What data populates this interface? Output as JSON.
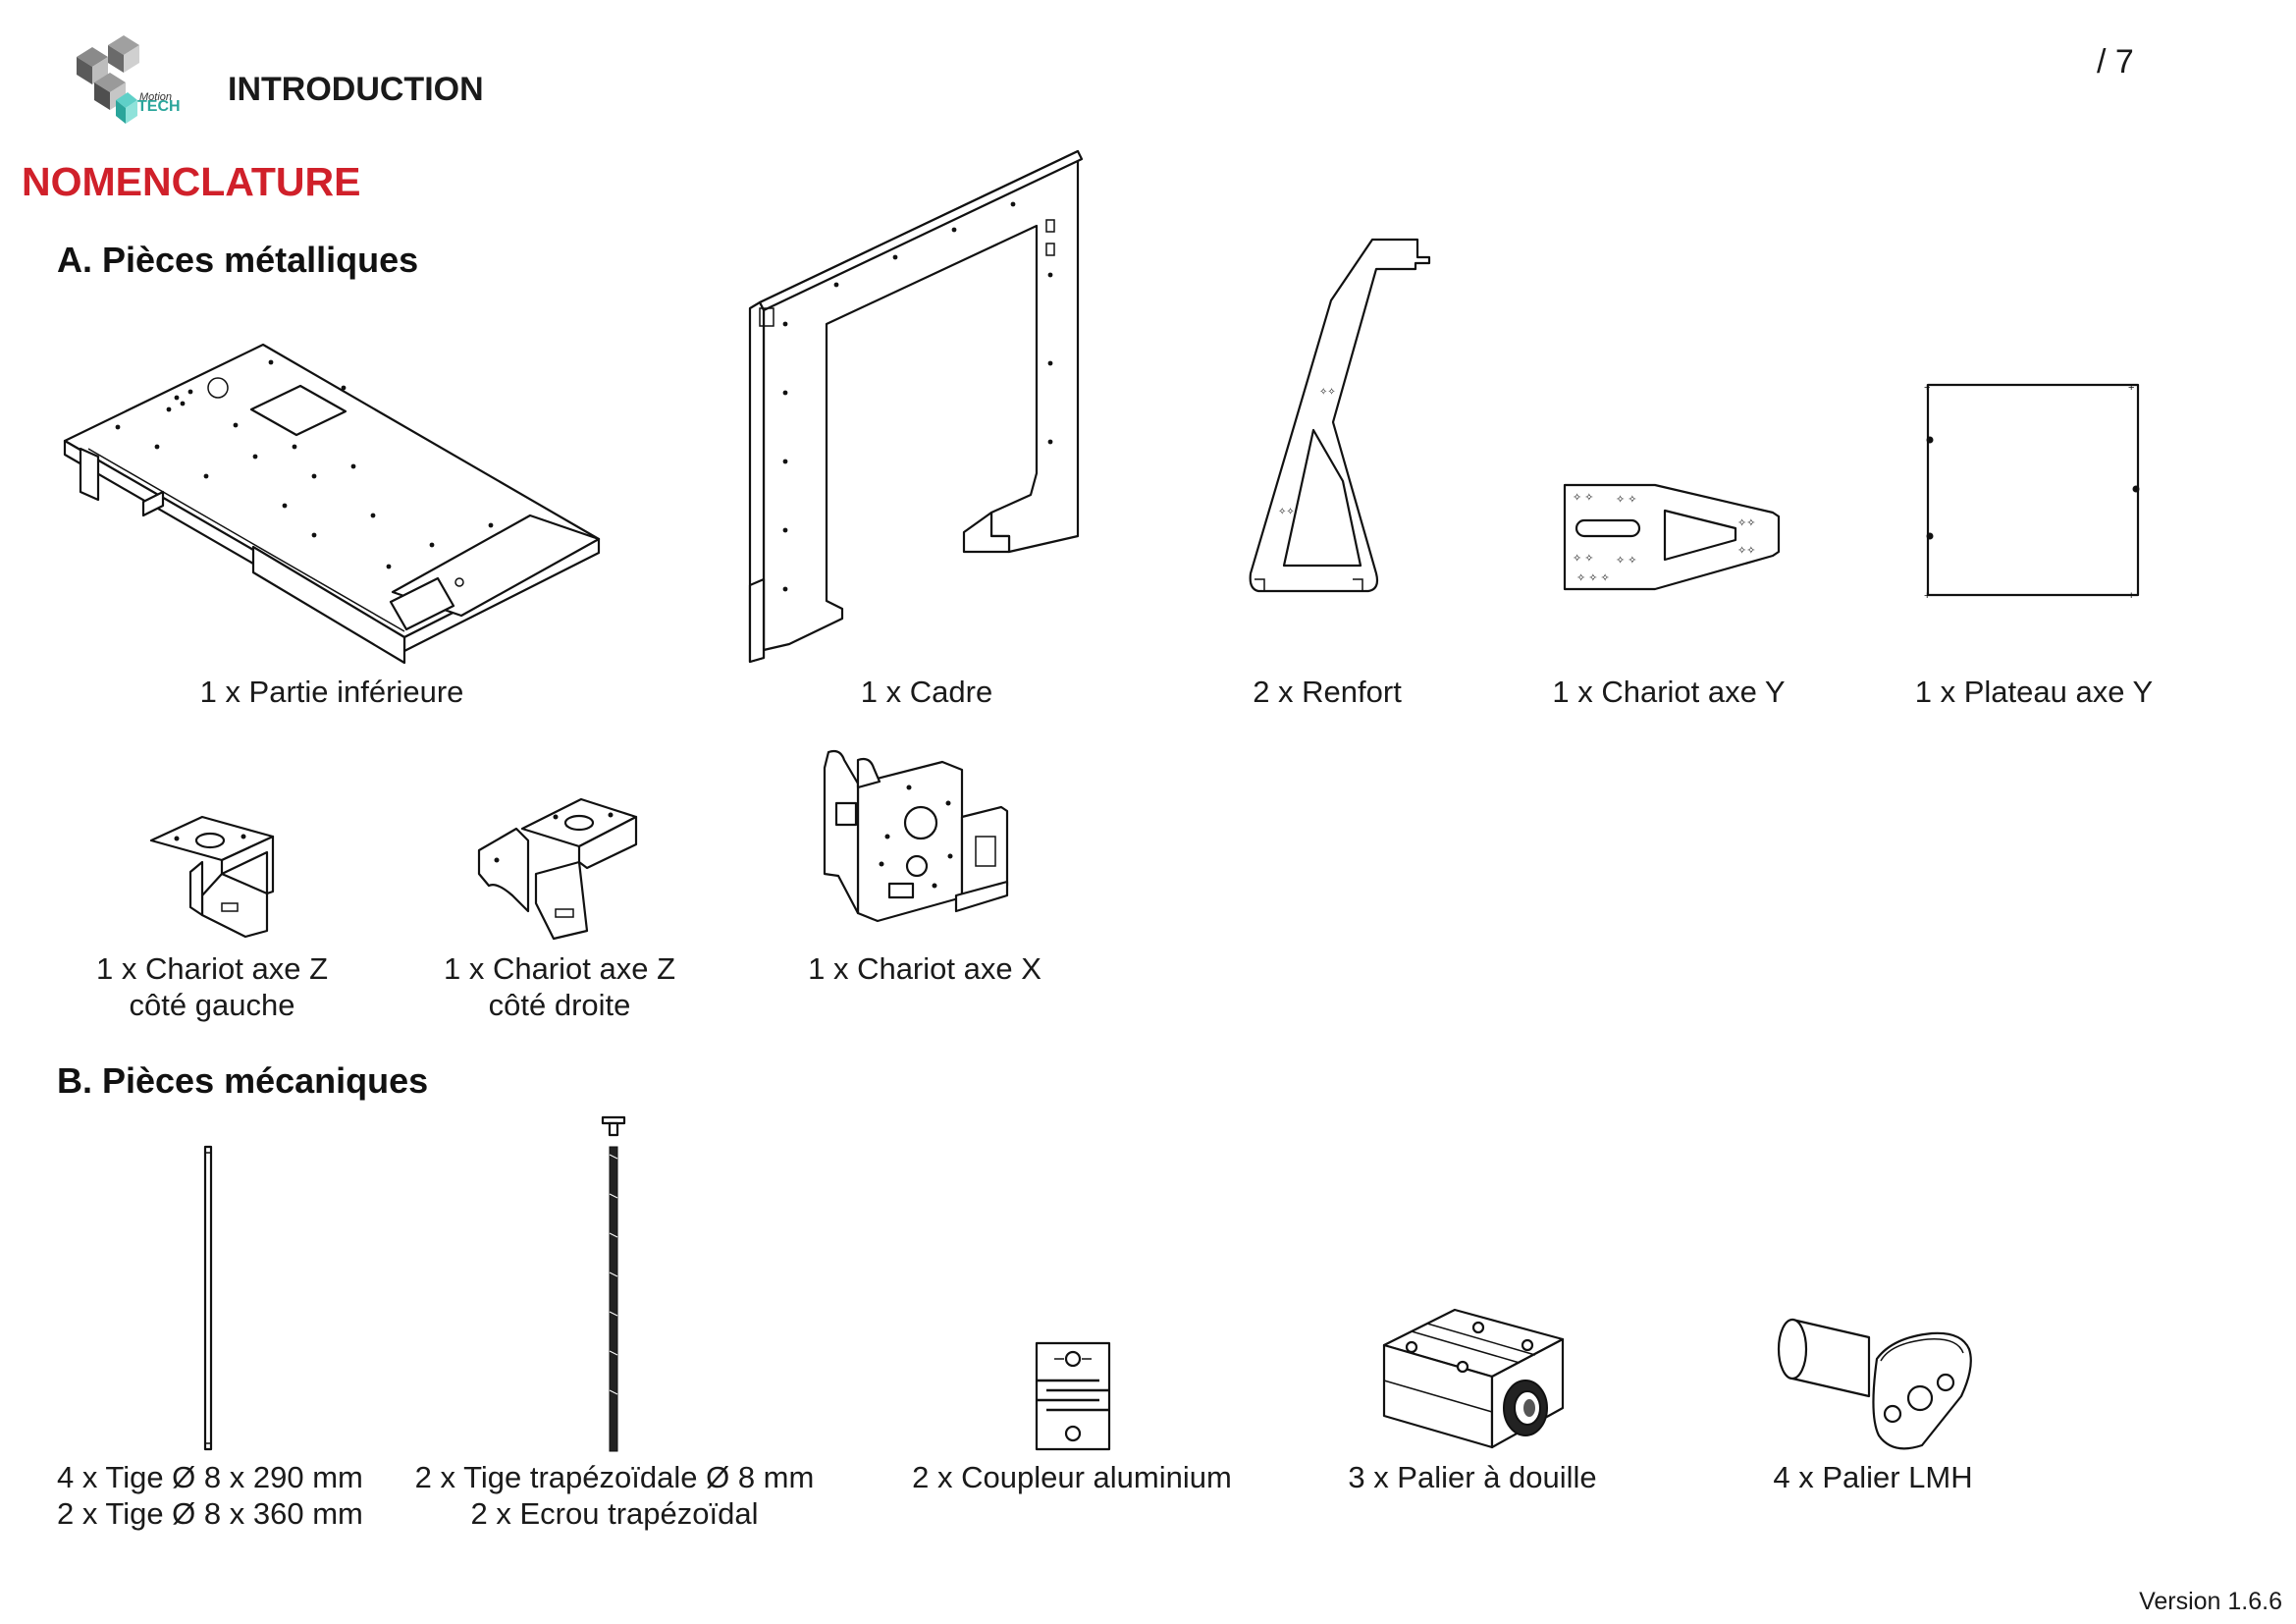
{
  "header": {
    "logo_text": "Motion TECH",
    "title": "INTRODUCTION",
    "page_number": "/ 7"
  },
  "main_title": "NOMENCLATURE",
  "sections": {
    "metal": {
      "title": "A. Pièces métalliques",
      "items": [
        {
          "label": "1 x Partie inférieure"
        },
        {
          "label": "1 x Cadre"
        },
        {
          "label": "2 x Renfort"
        },
        {
          "label": "1 x Chariot axe Y"
        },
        {
          "label": "1 x Plateau axe Y"
        },
        {
          "line1": "1 x Chariot axe Z",
          "line2": "côté gauche"
        },
        {
          "line1": "1 x Chariot axe Z",
          "line2": "côté droite"
        },
        {
          "label": "1 x Chariot axe X"
        }
      ]
    },
    "mechanical": {
      "title": "B. Pièces mécaniques",
      "items": [
        {
          "line1": "4 x Tige Ø 8 x 290 mm",
          "line2": "2 x Tige Ø 8 x 360 mm"
        },
        {
          "line1": "2 x Tige trapézoïdale Ø 8 mm",
          "line2": "2 x Ecrou trapézoïdal"
        },
        {
          "label": "2 x Coupleur aluminium"
        },
        {
          "label": "3 x Palier à douille"
        },
        {
          "label": "4 x Palier LMH"
        }
      ]
    }
  },
  "footer": {
    "version": "Version 1.6.6"
  }
}
